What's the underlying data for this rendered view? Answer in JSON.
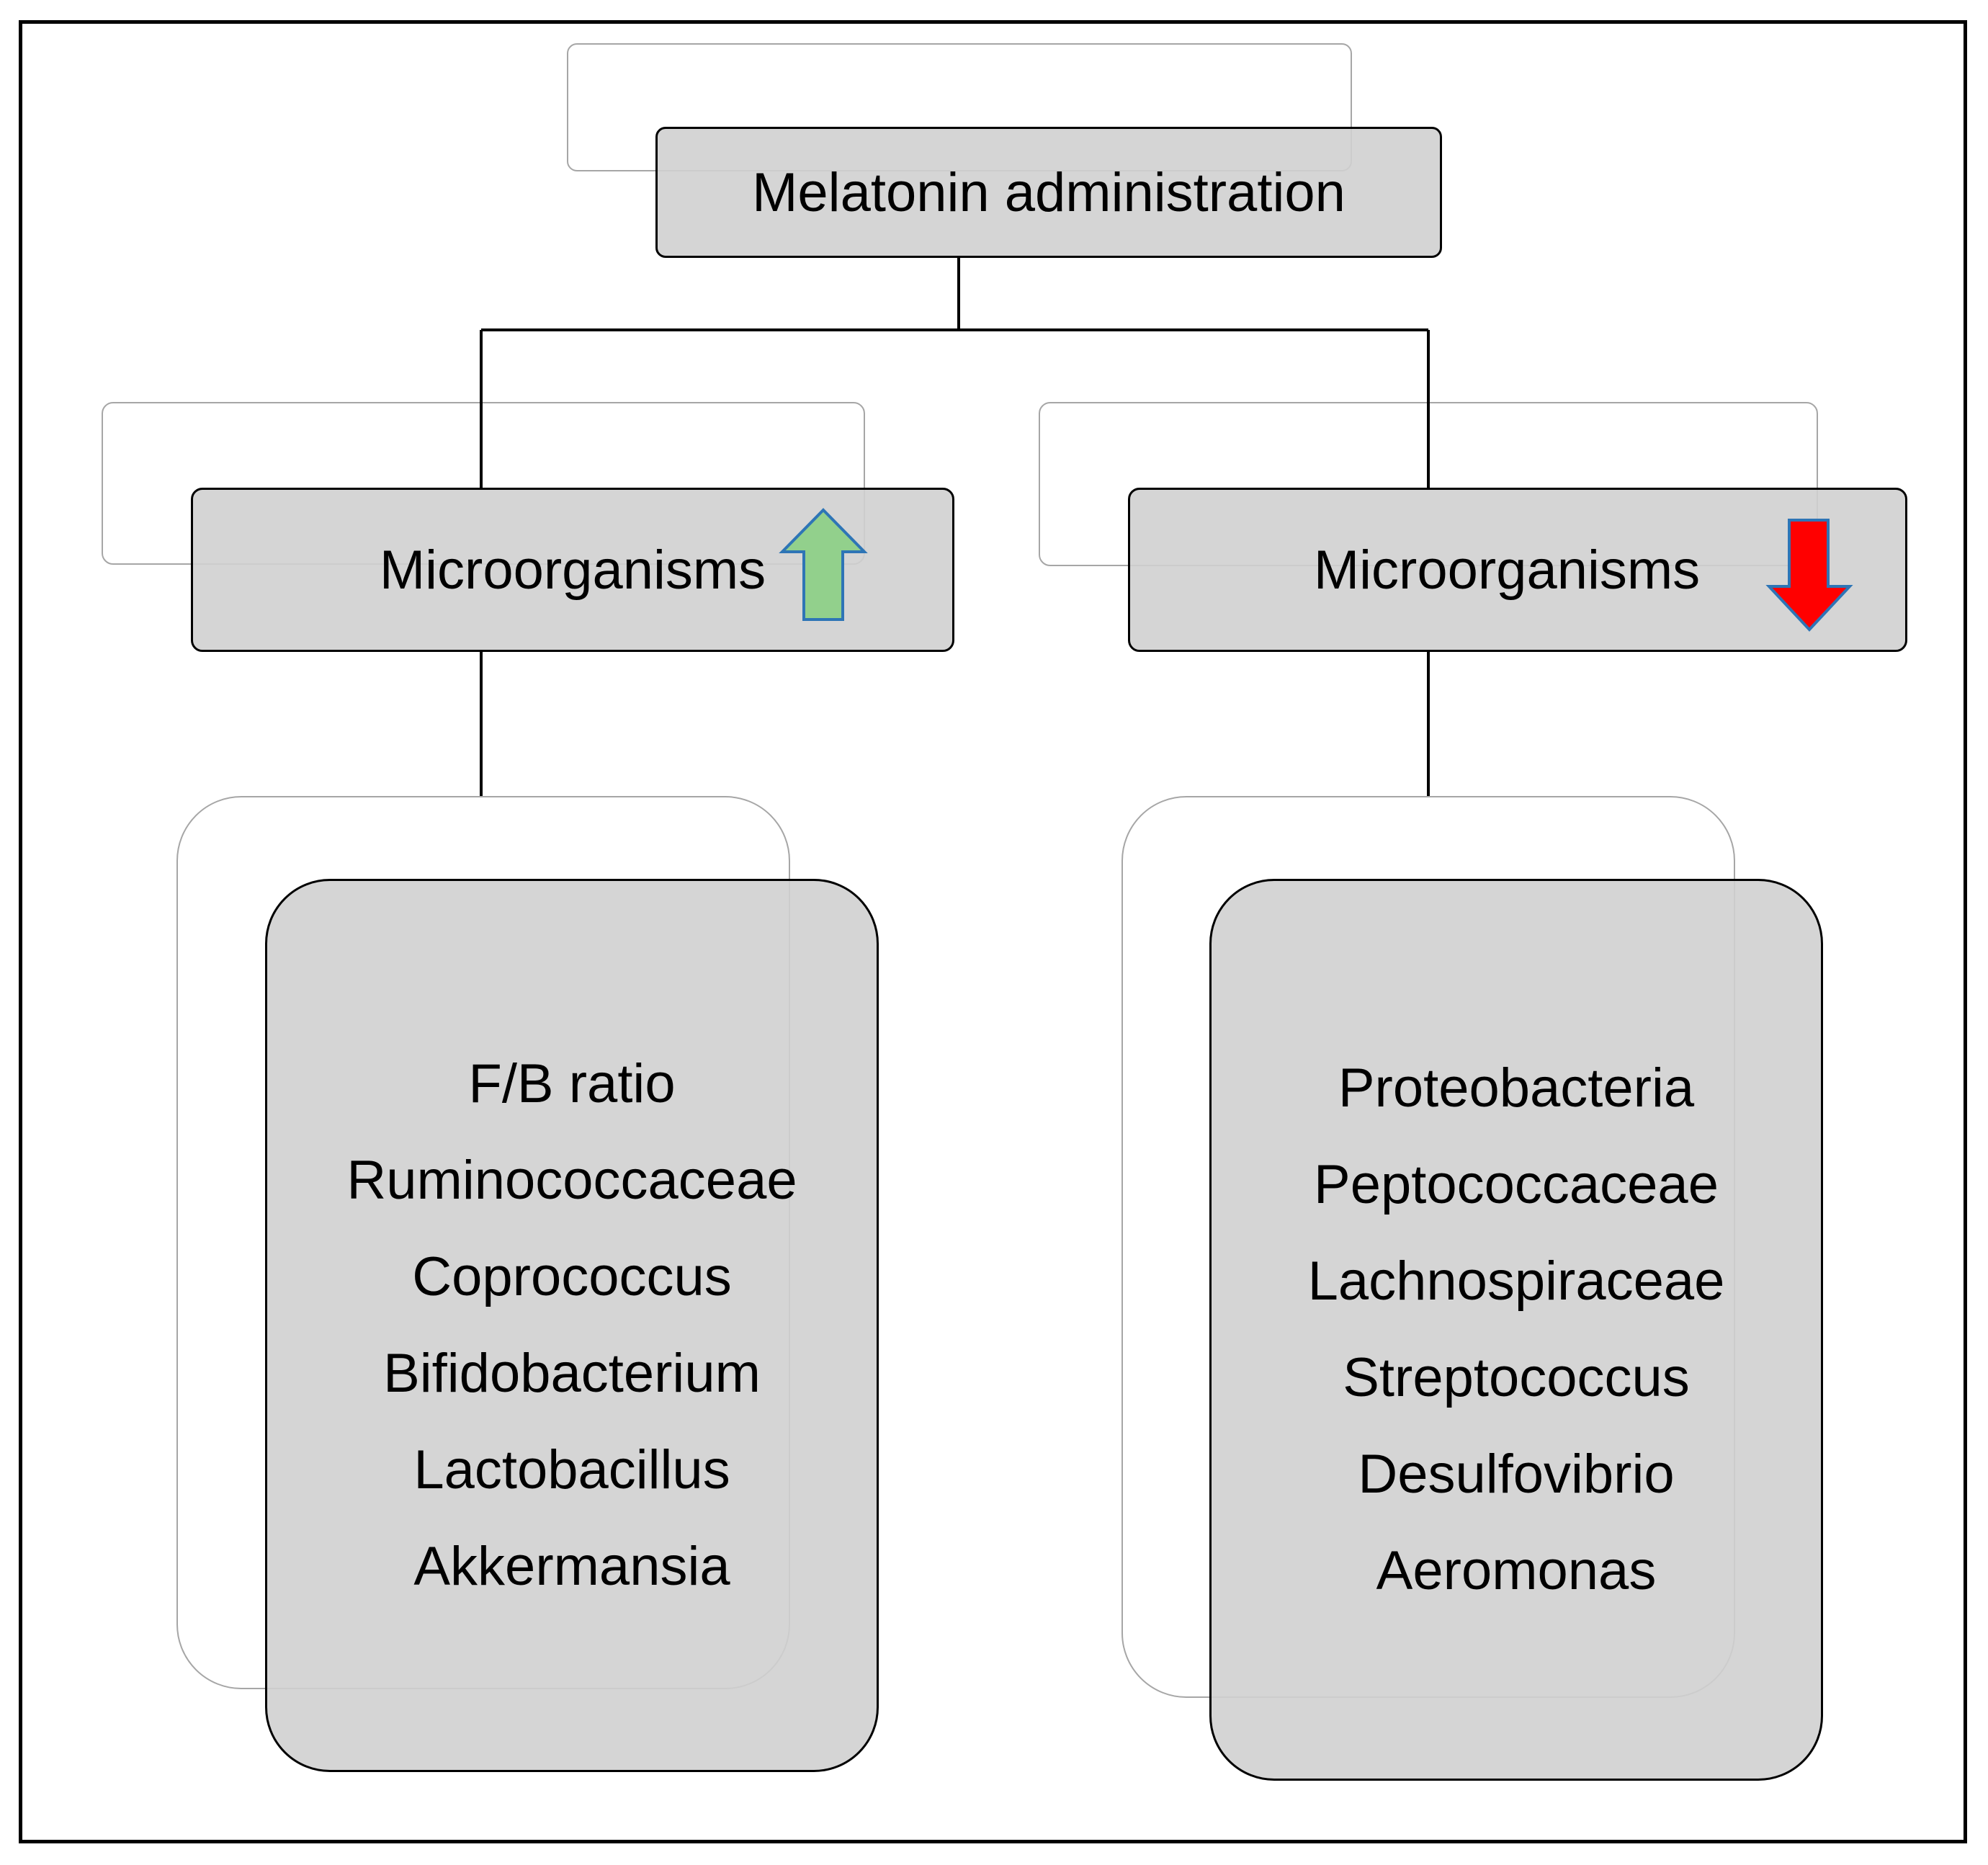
{
  "title": "Melatonin administration",
  "left_branch": {
    "label": "Microorganisms",
    "direction_icon": "up-arrow-icon",
    "icon_color": "#92d08c",
    "items": [
      "F/B ratio",
      "Ruminococcaceae",
      "Coprococcus",
      "Bifidobacterium",
      "Lactobacillus",
      "Akkermansia"
    ]
  },
  "right_branch": {
    "label": "Microorganisms",
    "direction_icon": "down-arrow-icon",
    "icon_color": "#ff0000",
    "items": [
      "Proteobacteria",
      "Peptococcaceae",
      "Lachnospiraceae",
      "Streptococcus",
      "Desulfovibrio",
      "Aeromonas"
    ]
  }
}
